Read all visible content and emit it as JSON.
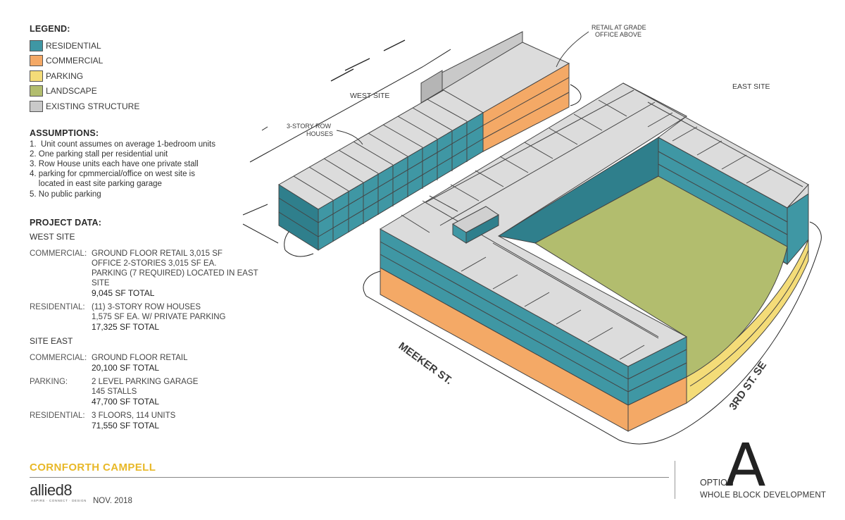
{
  "legend": {
    "title": "LEGEND:",
    "items": [
      {
        "label": "RESIDENTIAL",
        "color": "#3f97a4"
      },
      {
        "label": "COMMERCIAL",
        "color": "#f4a966"
      },
      {
        "label": "PARKING",
        "color": "#f4dc78"
      },
      {
        "label": "LANDSCAPE",
        "color": "#b2bd6e"
      },
      {
        "label": "EXISTING STRUCTURE",
        "color": "#c9c9c9"
      }
    ]
  },
  "assumptions": {
    "title": "ASSUMPTIONS:",
    "items": [
      "1.  Unit count assumes on average 1-bedroom units",
      "2. One parking stall per residential unit",
      "3. Row House units each have one private stall",
      "4. parking for cpmmercial/office on west site is",
      "    located in east site parking garage",
      "5. No public parking"
    ]
  },
  "project_data": {
    "title": "PROJECT DATA:",
    "west_site": {
      "heading": "WEST SITE",
      "commercial_label": "COMMERCIAL:",
      "commercial_lines": [
        "GROUND FLOOR RETAIL 3,015 SF",
        "OFFICE 2-STORIES 3,015 SF EA.",
        "PARKING (7 REQUIRED) LOCATED IN EAST SITE"
      ],
      "commercial_total": "9,045 SF TOTAL",
      "residential_label": "RESIDENTIAL:",
      "residential_lines": [
        "(11) 3-STORY ROW HOUSES",
        "1,575 SF EA. W/ PRIVATE PARKING"
      ],
      "residential_total": "17,325 SF TOTAL"
    },
    "east_site": {
      "heading": "SITE EAST",
      "commercial_label": "COMMERCIAL:",
      "commercial_lines": [
        "GROUND FLOOR RETAIL"
      ],
      "commercial_total": "20,100 SF TOTAL",
      "parking_label": "PARKING:",
      "parking_lines": [
        "2 LEVEL PARKING GARAGE",
        "145 STALLS"
      ],
      "parking_total": "47,700 SF TOTAL",
      "residential_label": "RESIDENTIAL:",
      "residential_lines": [
        "3 FLOORS, 114 UNITS"
      ],
      "residential_total": "71,550 SF TOTAL"
    }
  },
  "drawing": {
    "west_site_label": "WEST SITE",
    "east_site_label": "EAST SITE",
    "row_houses_label_1": "3-STORY ROW",
    "row_houses_label_2": "HOUSES",
    "retail_label_1": "RETAIL AT GRADE",
    "retail_label_2": "OFFICE ABOVE",
    "street_meeker": "MEEKER ST.",
    "street_3rd": "3RD ST. SE"
  },
  "footer": {
    "project_name": "CORNFORTH CAMPELL",
    "brand": "allied8",
    "brand_tagline": "ASPIRE · CONNECT · DESIGN",
    "date": "NOV. 2018",
    "option_label": "OPTION",
    "option_letter": "A",
    "option_subtitle": "WHOLE BLOCK DEVELOPMENT"
  },
  "colors": {
    "residential_front": "#3f97a4",
    "residential_side": "#2f7f8c",
    "roof": "#dcdcdc",
    "commercial": "#f4a966",
    "parking": "#f4dc78",
    "landscape": "#b2bd6e",
    "existing": "#c9c9c9"
  }
}
